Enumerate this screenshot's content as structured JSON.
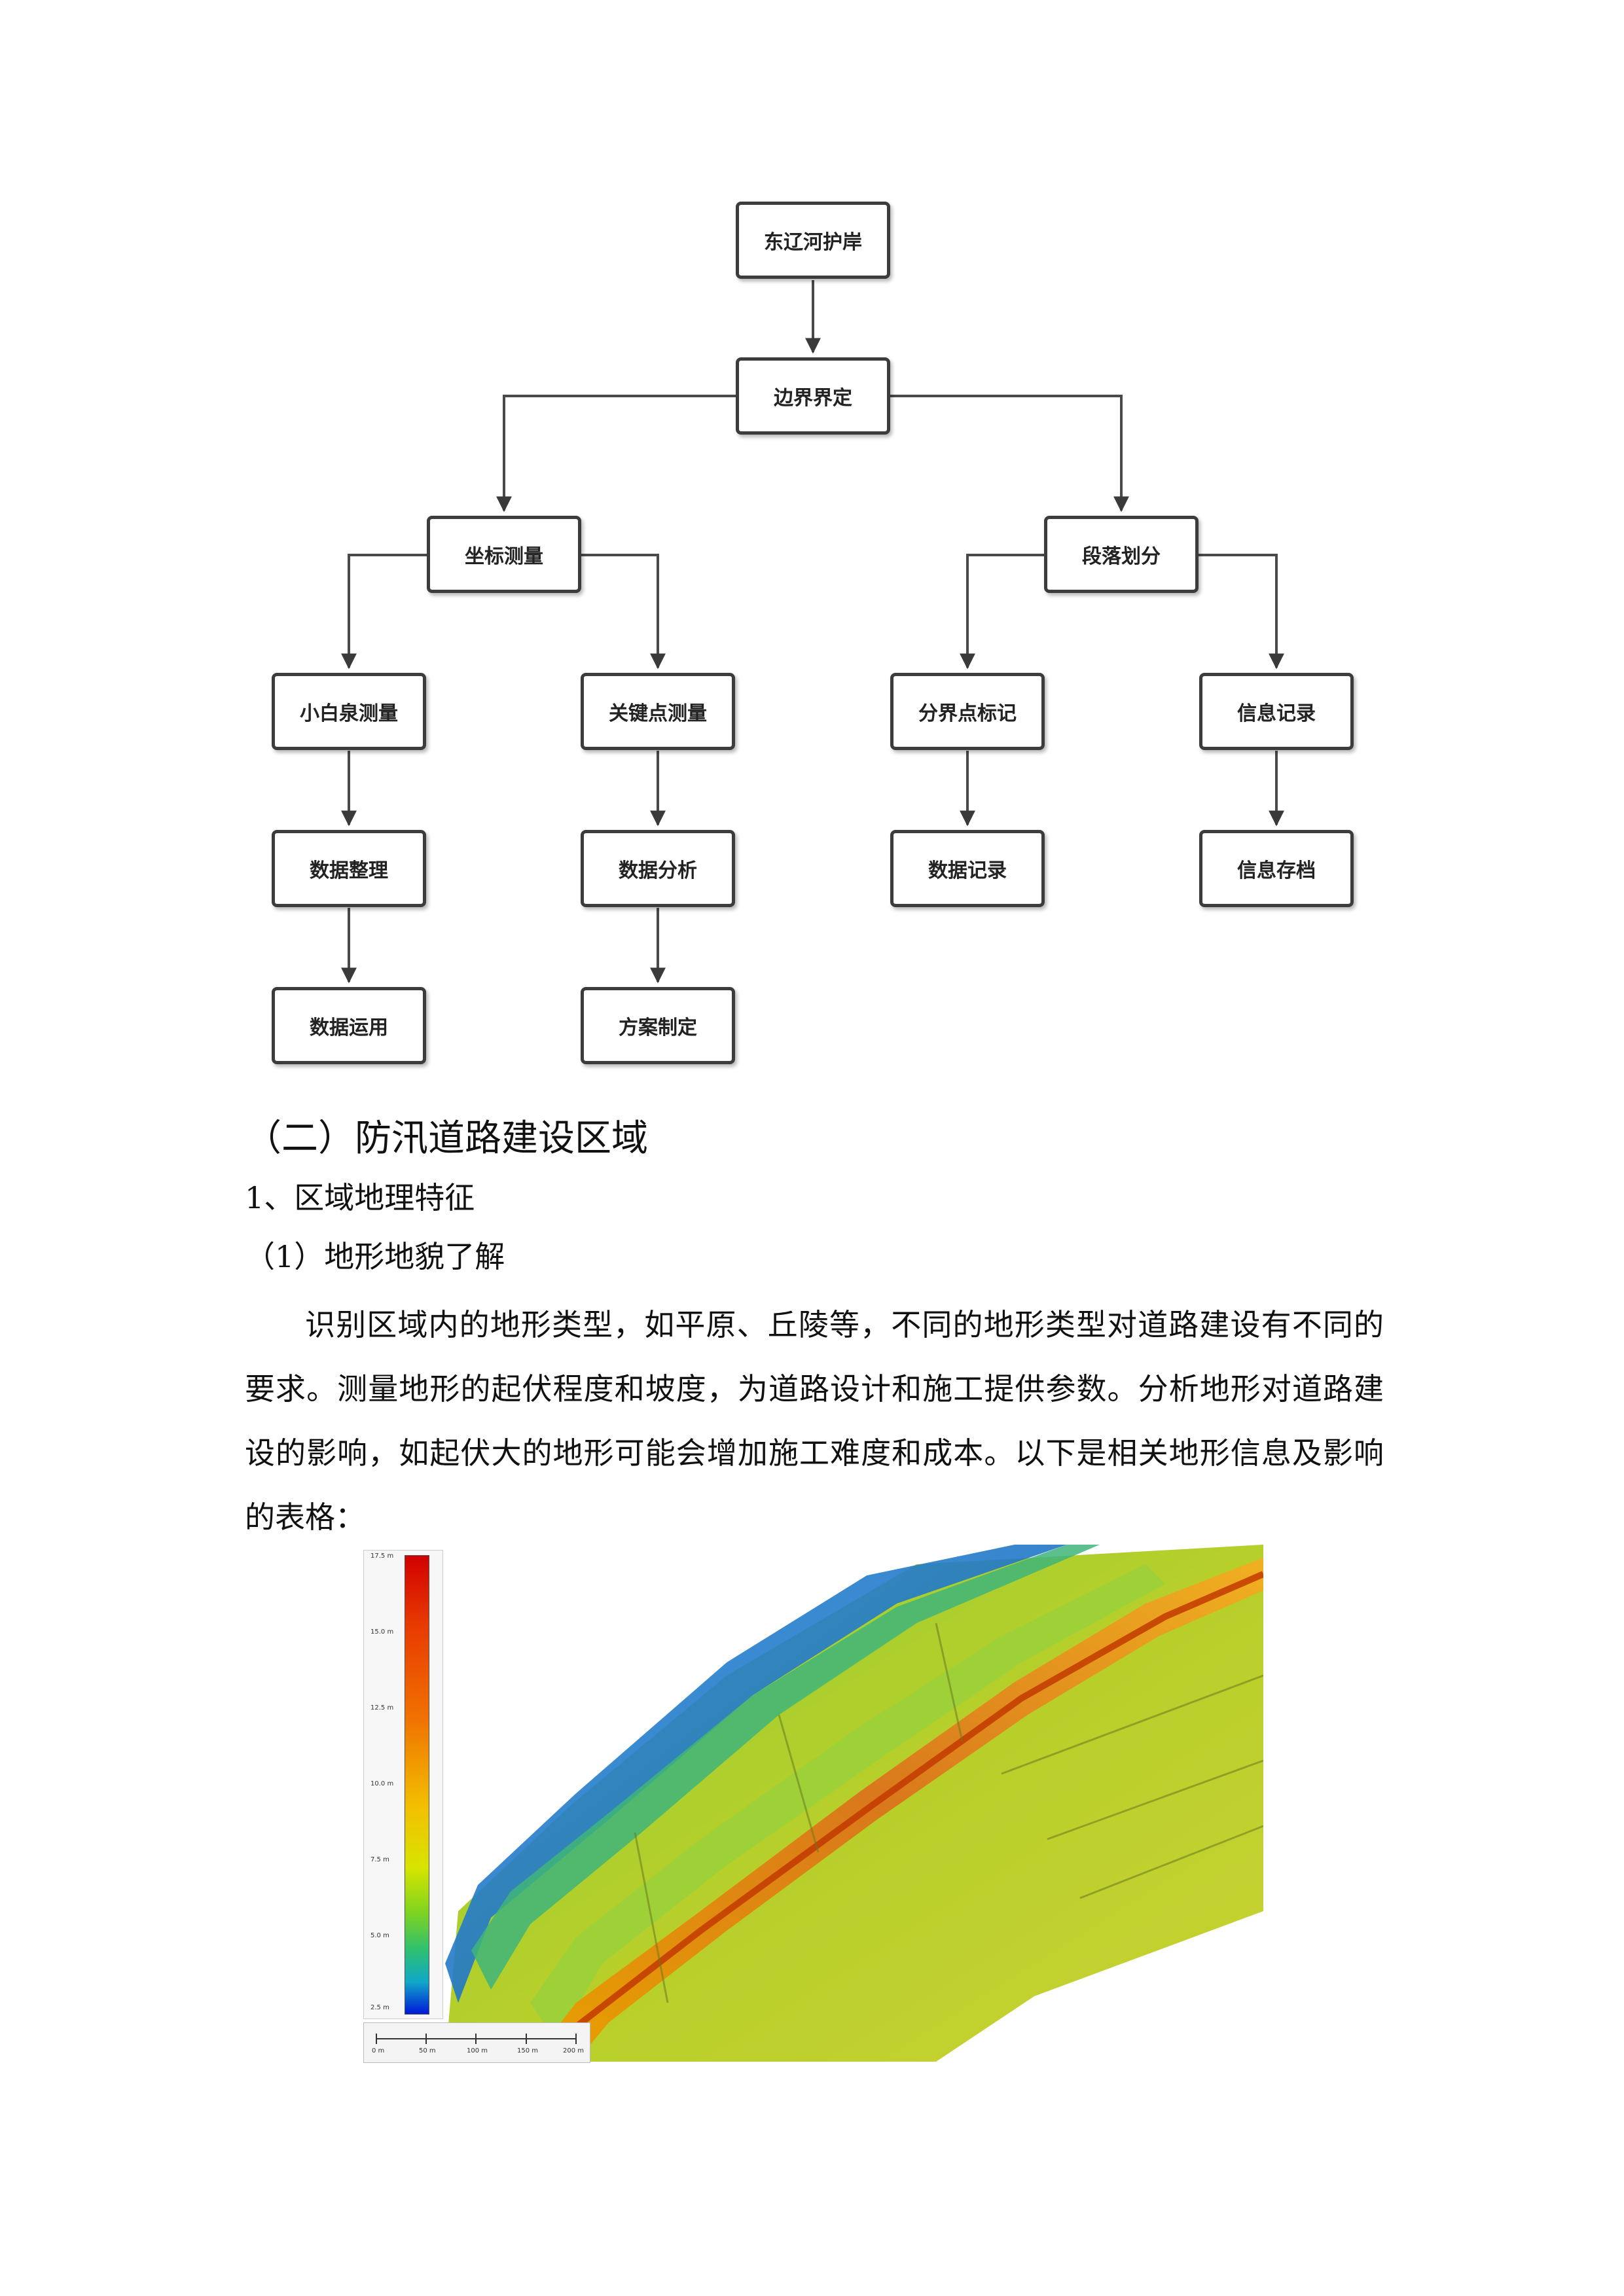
{
  "flowchart": {
    "root": "东辽河护岸",
    "level2": "边界界定",
    "left_branch": "坐标测量",
    "right_branch": "段落划分",
    "left_a": "小白泉测量",
    "left_a_1": "数据整理",
    "left_a_2": "数据运用",
    "left_b": "关键点测量",
    "left_b_1": "数据分析",
    "left_b_2": "方案制定",
    "right_a": "分界点标记",
    "right_a_1": "数据记录",
    "right_b": "信息记录",
    "right_b_1": "信息存档"
  },
  "section": {
    "heading": "（二）防汛道路建设区域",
    "subheading": "1、区域地理特征",
    "subsubheading": "（1）地形地貌了解",
    "paragraph": "识别区域内的地形类型，如平原、丘陵等，不同的地形类型对道路建设有不同的要求。测量地形的起伏程度和坡度，为道路设计和施工提供参数。分析地形对道路建设的影响，如起伏大的地形可能会增加施工难度和成本。以下是相关地形信息及影响的表格："
  },
  "map": {
    "legend_ticks": [
      "17.5 m",
      "15.0 m",
      "12.5 m",
      "10.0 m",
      "7.5 m",
      "5.0 m",
      "2.5 m"
    ],
    "scale_labels": [
      "0 m",
      "50 m",
      "100 m",
      "150 m",
      "200 m"
    ]
  }
}
